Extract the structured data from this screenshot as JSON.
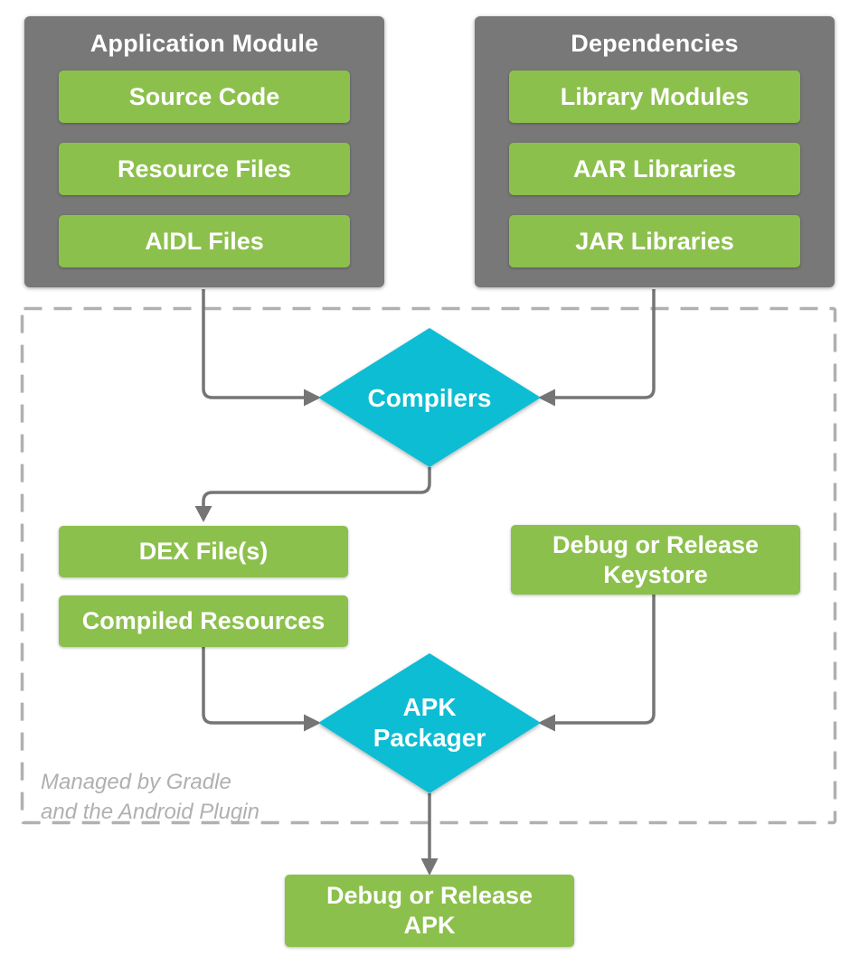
{
  "colors": {
    "group_gray": "#787878",
    "box_green": "#8CC04C",
    "diamond_cyan": "#0ABDD3",
    "connector_gray": "#757575",
    "dashed_border_gray": "#B0B0B0",
    "caption_gray": "#B0B0B0",
    "label_white": "#FFFFFF"
  },
  "groups": [
    {
      "title": "Application Module",
      "items": [
        "Source Code",
        "Resource Files",
        "AIDL Files"
      ]
    },
    {
      "title": "Dependencies",
      "items": [
        "Library Modules",
        "AAR Libraries",
        "JAR Libraries"
      ]
    }
  ],
  "gradle_region": {
    "caption_line1": "Managed by Gradle",
    "caption_line2": "and the Android Plugin",
    "compilers": "Compilers",
    "apk_packager": "APK Packager",
    "dex": "DEX File(s)",
    "compiled_resources": "Compiled Resources",
    "keystore": "Debug or Release Keystore"
  },
  "output": {
    "apk": "Debug or Release APK"
  }
}
